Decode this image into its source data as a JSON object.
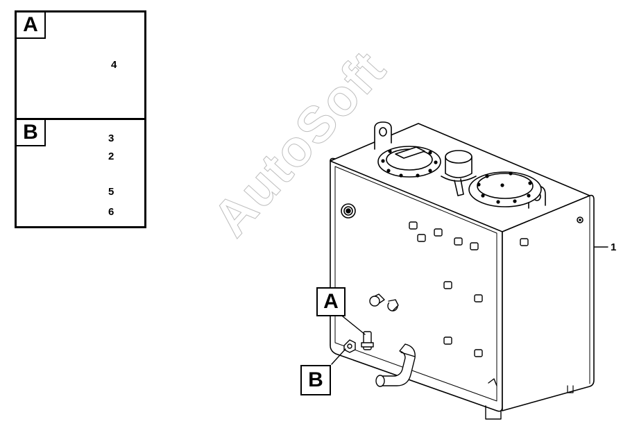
{
  "insets": [
    {
      "tag": "A",
      "parts": [
        {
          "num": "4"
        }
      ]
    },
    {
      "tag": "B",
      "parts": [
        {
          "num": "3"
        },
        {
          "num": "2"
        },
        {
          "num": "5"
        },
        {
          "num": "6"
        }
      ]
    }
  ],
  "main": {
    "part_label": "1",
    "callouts": [
      {
        "tag": "A"
      },
      {
        "tag": "B"
      }
    ]
  },
  "watermark": "AutoSoft",
  "colors": {
    "line": "#000000",
    "background": "#ffffff",
    "watermark_outline": "#bdbdbd"
  }
}
